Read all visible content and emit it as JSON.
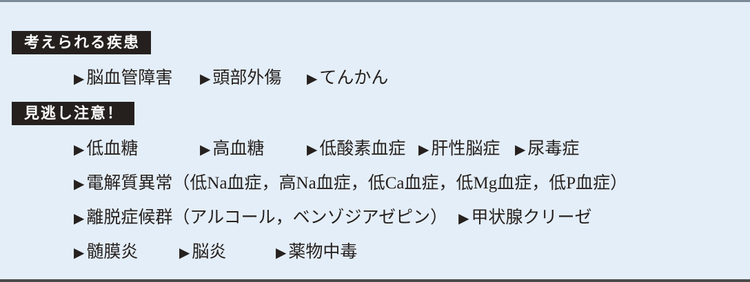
{
  "bullet_glyph": "▶",
  "colors": {
    "background": "#e4eef8",
    "heading_bg": "#25201e",
    "heading_text": "#ffffff",
    "body_text": "#26211f",
    "top_border": "#7b8a99",
    "bottom_border": "#4a4a4a"
  },
  "sections": [
    {
      "heading": "考えられる疾患",
      "rows": [
        {
          "items": [
            "脳血管障害",
            "頭部外傷",
            "てんかん"
          ]
        }
      ]
    },
    {
      "heading": "見逃し注意！",
      "rows": [
        {
          "items": [
            "低血糖",
            "高血糖",
            "低酸素血症",
            "肝性脳症",
            "尿毒症"
          ]
        },
        {
          "items": [
            "電解質異常（低Na血症，高Na血症，低Ca血症，低Mg血症，低P血症）"
          ]
        },
        {
          "items": [
            "離脱症候群（アルコール，ベンゾジアゼピン）",
            "甲状腺クリーゼ"
          ]
        },
        {
          "items": [
            "髄膜炎",
            "脳炎",
            "薬物中毒"
          ]
        }
      ]
    }
  ]
}
